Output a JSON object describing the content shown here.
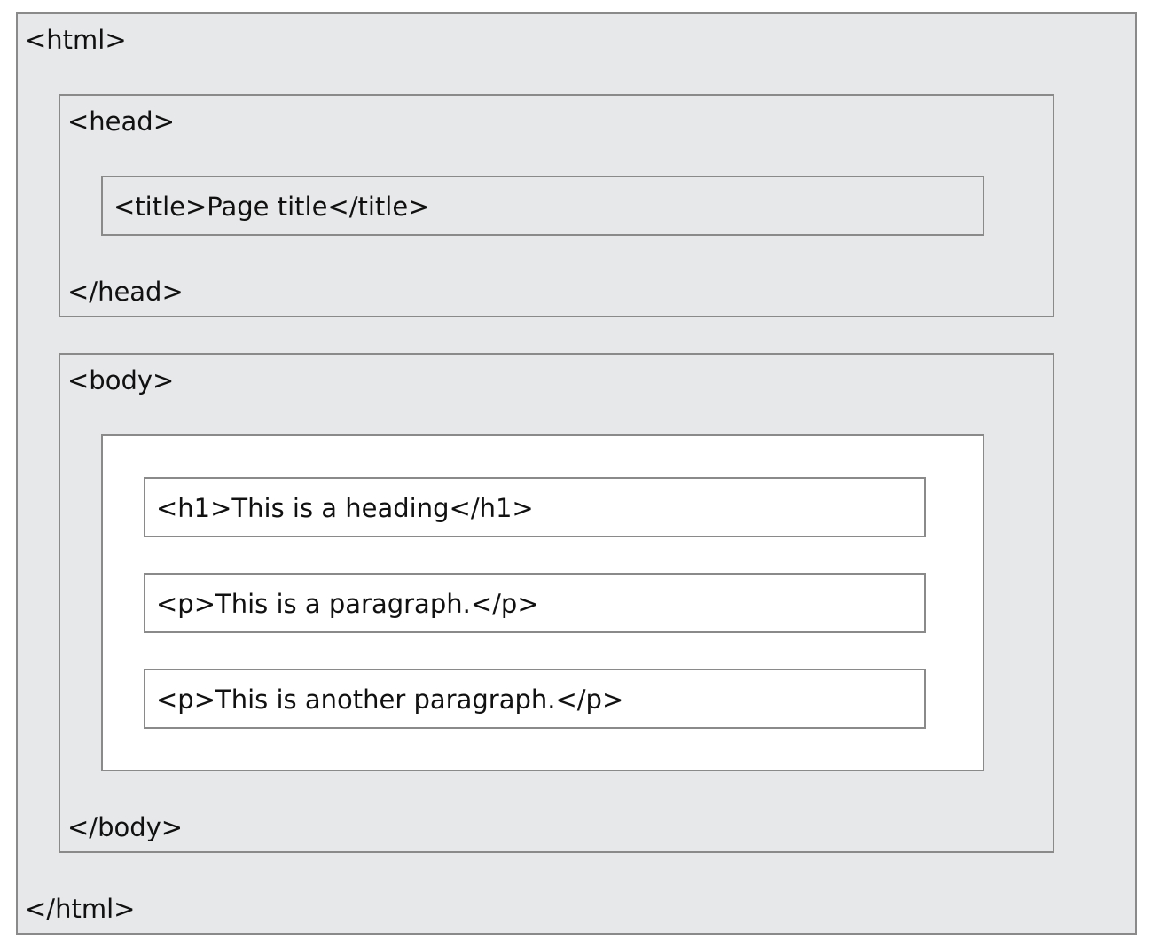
{
  "html": {
    "open_tag": "<html>",
    "close_tag": "</html>"
  },
  "head": {
    "open_tag": "<head>",
    "close_tag": "</head>",
    "title_element": "<title>Page title</title>"
  },
  "body": {
    "open_tag": "<body>",
    "close_tag": "</body>",
    "elements": [
      "<h1>This is a heading</h1>",
      "<p>This is a paragraph.</p>",
      "<p>This is another paragraph.</p>"
    ]
  },
  "colors": {
    "container_background": "#e7e8ea",
    "content_background": "#ffffff",
    "border": "#8a8a8a"
  }
}
